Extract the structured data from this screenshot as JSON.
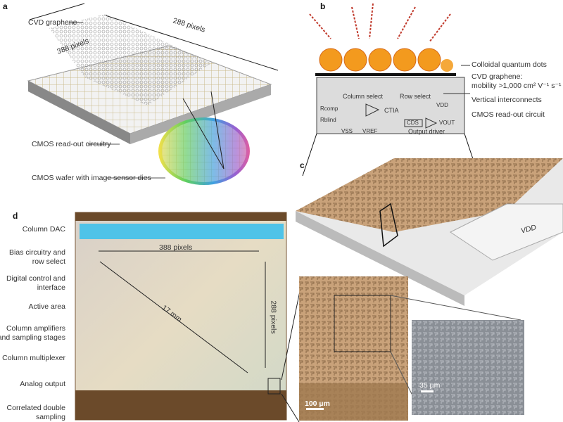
{
  "panels": {
    "a": "a",
    "b": "b",
    "c": "c",
    "d": "d"
  },
  "panel_a": {
    "graphene": "CVD graphene",
    "width_px": "288 pixels",
    "height_px": "388 pixels",
    "readout": "CMOS read-out circuitry",
    "wafer": "CMOS wafer with image sensor dies"
  },
  "panel_b": {
    "cqd": "Colloidal quantum dots",
    "graphene_1": "CVD graphene:",
    "graphene_2": "mobility >1,000 cm² V⁻¹ s⁻¹",
    "interconnects": "Vertical interconnects",
    "cmos": "CMOS read-out circuit",
    "column_select": "Column select",
    "row_select": "Row select",
    "vdd": "VDD",
    "rcomp": "Rcomp",
    "rblind": "Rblind",
    "ctia": "CTIA",
    "vss": "VSS",
    "vref": "VREF",
    "cds": "CDS",
    "vout": "VOUT",
    "driver": "Output driver"
  },
  "panel_c": {
    "vdd": "VDD"
  },
  "panel_d": {
    "labels": [
      "Column DAC",
      "Bias circuitry and",
      "row select",
      "Digital control and",
      "interface",
      "Active area",
      "Column amplifiers",
      "and sampling stages",
      "Column multiplexer",
      "Analog output",
      "Correlated double",
      "sampling"
    ],
    "width_px": "388 pixels",
    "height_px": "288 pixels",
    "diag": "17 mm",
    "scale1": "100 µm",
    "scale2": "35 µm"
  },
  "colors": {
    "cqd": "#f39a1e",
    "cmos": "#dcdcdc",
    "dac": "#4fc3e8"
  }
}
